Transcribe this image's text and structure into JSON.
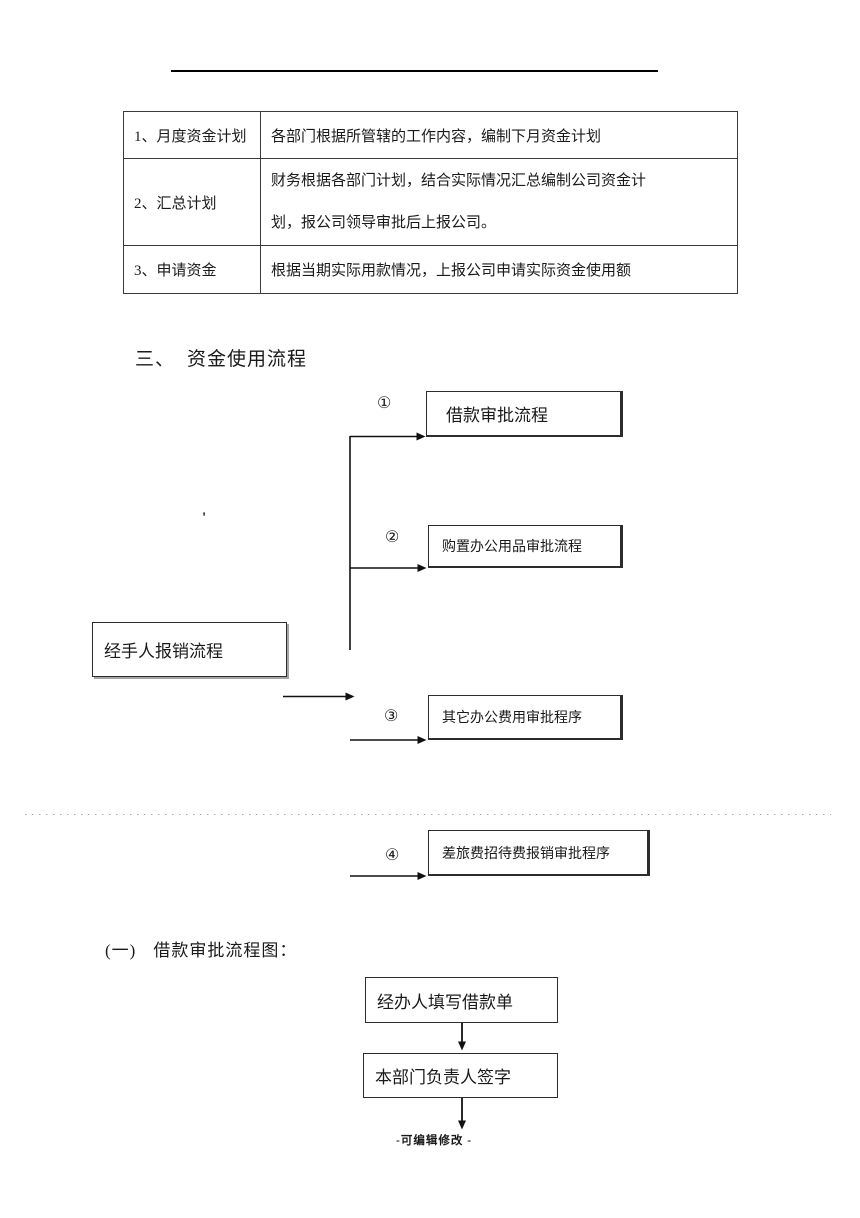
{
  "table": {
    "rows": [
      {
        "label": "1、月度资金计划",
        "lines": [
          "各部门根据所管辖的工作内容，编制下月资金计划"
        ]
      },
      {
        "label": "2、汇总计划",
        "lines": [
          "财务根据各部门计划，结合实际情况汇总编制公司资金计",
          "划，报公司领导审批后上报公司。"
        ]
      },
      {
        "label": "3、申请资金",
        "lines": [
          "根据当期实际用款情况，上报公司申请实际资金使用额"
        ]
      }
    ]
  },
  "section_heading": {
    "number": "三、",
    "title": "资金使用流程"
  },
  "usage_flowchart": {
    "source_box_label": "经手人报销流程",
    "stray_mark": "'",
    "branches": [
      {
        "num": "①",
        "label": "借款审批流程"
      },
      {
        "num": "②",
        "label": "购置办公用品审批流程"
      },
      {
        "num": "③",
        "label": "其它办公费用审批程序"
      },
      {
        "num": "④",
        "label": "差旅费招待费报销审批程序"
      }
    ]
  },
  "subsection_heading": {
    "number": "(一)",
    "title": "借款审批流程图："
  },
  "borrow_flowchart": {
    "steps": [
      {
        "label": "经办人填写借款单"
      },
      {
        "label": "本部门负责人签字"
      }
    ]
  },
  "footer": {
    "text": "-可编辑修改 -"
  }
}
